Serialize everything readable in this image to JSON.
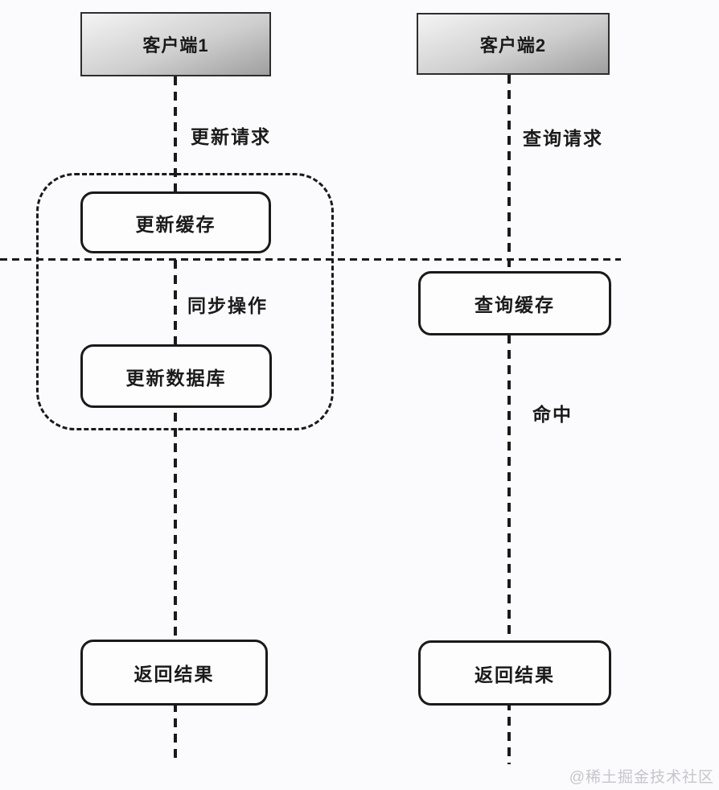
{
  "diagram": {
    "type": "sequence-flowchart",
    "clients": [
      {
        "title": "客户端1",
        "request_label": "更新请求"
      },
      {
        "title": "客户端2",
        "request_label": "查询请求"
      }
    ],
    "group_label": "同步操作",
    "nodes": {
      "update_cache": "更新缓存",
      "update_db": "更新数据库",
      "query_cache": "查询缓存",
      "result_left": "返回结果",
      "result_right": "返回结果"
    },
    "hit_label": "命中",
    "watermark": "@稀土掘金技术社区",
    "colors": {
      "line": "#1a1a1a",
      "background": "#fbfbfd",
      "header_top": "#f4f4f4",
      "header_bottom": "#9f9f9f",
      "watermark": "#c6c6cb"
    }
  }
}
